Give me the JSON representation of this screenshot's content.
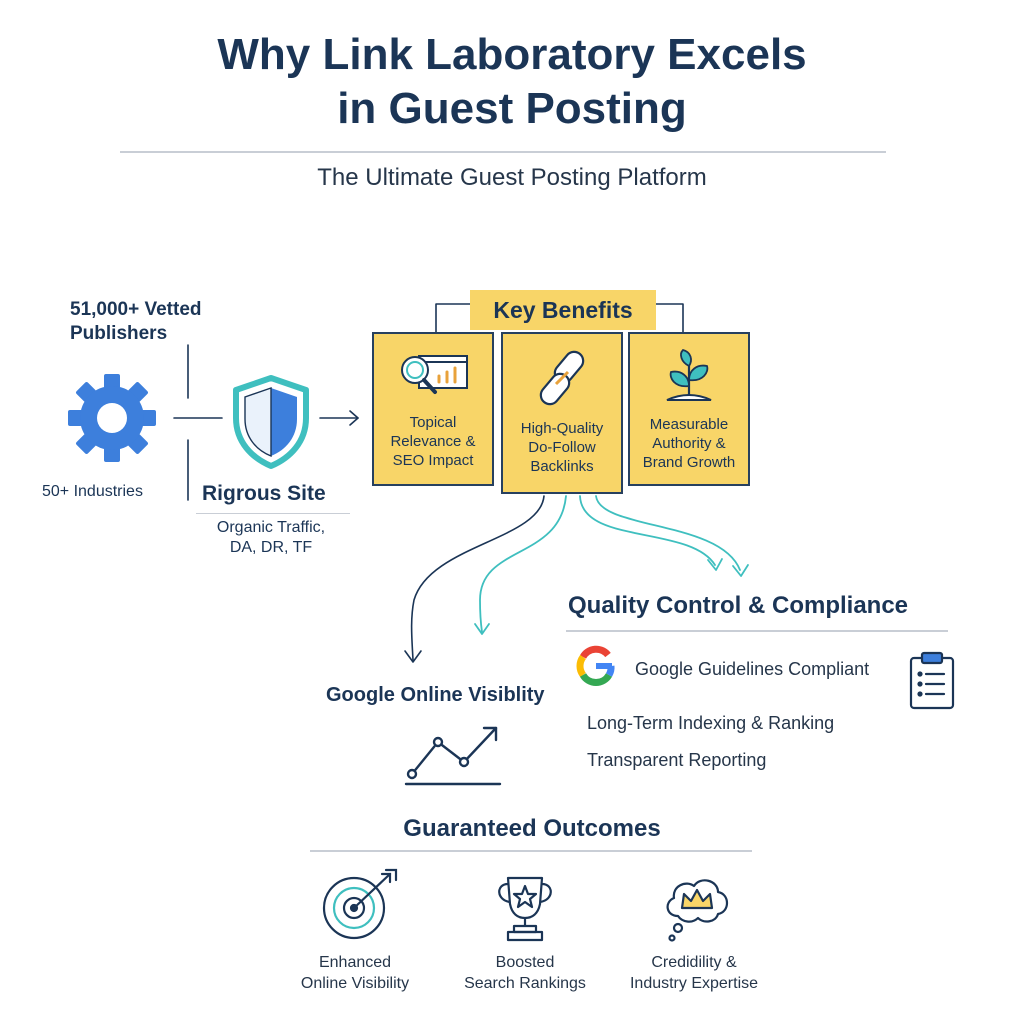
{
  "header": {
    "title_line1": "Why Link Laboratory Excels",
    "title_line2": "in Guest Posting",
    "subtitle": "The Ultimate Guest Posting Platform"
  },
  "left": {
    "publishers": "51,000+ Vetted Publishers",
    "industries": "50+ Industries",
    "rigorous_title": "Rigrous Site",
    "rigorous_detail_line1": "Organic Traffic,",
    "rigorous_detail_line2": "DA, DR, TF"
  },
  "key_benefits": {
    "heading": "Key Benefits",
    "cards": [
      {
        "line1": "Topical",
        "line2": "Relevance &",
        "line3": "SEO Impact",
        "icon": "magnifier-chart-icon"
      },
      {
        "line1": "High-Quality",
        "line2": "Do-Follow",
        "line3": "Backlinks",
        "icon": "chain-link-icon"
      },
      {
        "line1": "Measurable",
        "line2": "Authority &",
        "line3": "Brand Growth",
        "icon": "plant-sprout-icon"
      }
    ]
  },
  "visibility": {
    "label": "Google Online Visiblity",
    "icon": "trend-up-icon"
  },
  "quality": {
    "heading": "Quality Control & Compliance",
    "items": [
      "Google Guidelines Compliant",
      "Long-Term Indexing & Ranking",
      "Transparent Reporting"
    ]
  },
  "outcomes": {
    "heading": "Guaranteed Outcomes",
    "items": [
      {
        "line1": "Enhanced",
        "line2": "Online Visibility",
        "icon": "target-arrow-icon"
      },
      {
        "line1": "Boosted",
        "line2": "Search Rankings",
        "icon": "trophy-icon"
      },
      {
        "line1": "Credidility &",
        "line2": "Industry Expertise",
        "icon": "crown-thought-icon"
      }
    ]
  },
  "colors": {
    "navy": "#1b3556",
    "yellow": "#f8d568",
    "teal": "#3fbfbf",
    "blue": "#3d7fdc",
    "rule": "#c9ced6"
  }
}
